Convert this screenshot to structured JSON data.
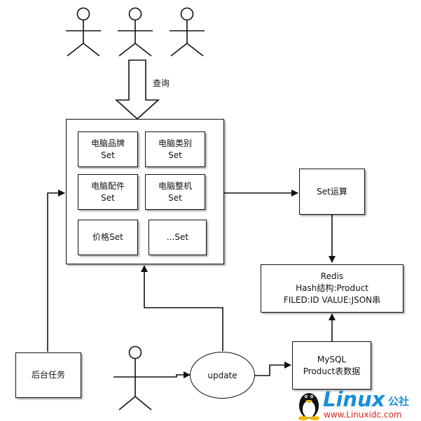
{
  "query_label": "查询",
  "sets": [
    {
      "label": "电脑品牌\nSet"
    },
    {
      "label": "电脑类别\nSet"
    },
    {
      "label": "电脑配件\nSet"
    },
    {
      "label": "电脑整机\nSet"
    },
    {
      "label": "价格Set"
    },
    {
      "label": "...Set"
    }
  ],
  "set_op_label": "Set运算",
  "redis_label": "Redis\nHash结构:Product\nFILED:ID VALUE:JSON串",
  "mysql_label": "MySQL\nProduct表数据",
  "update_label": "update",
  "backend_label": "后台任务",
  "watermark": {
    "brand": "Linux",
    "brand_suffix": "公社",
    "url": "www.Linuxidc.com",
    "brand_color": "#1a8fd8"
  }
}
